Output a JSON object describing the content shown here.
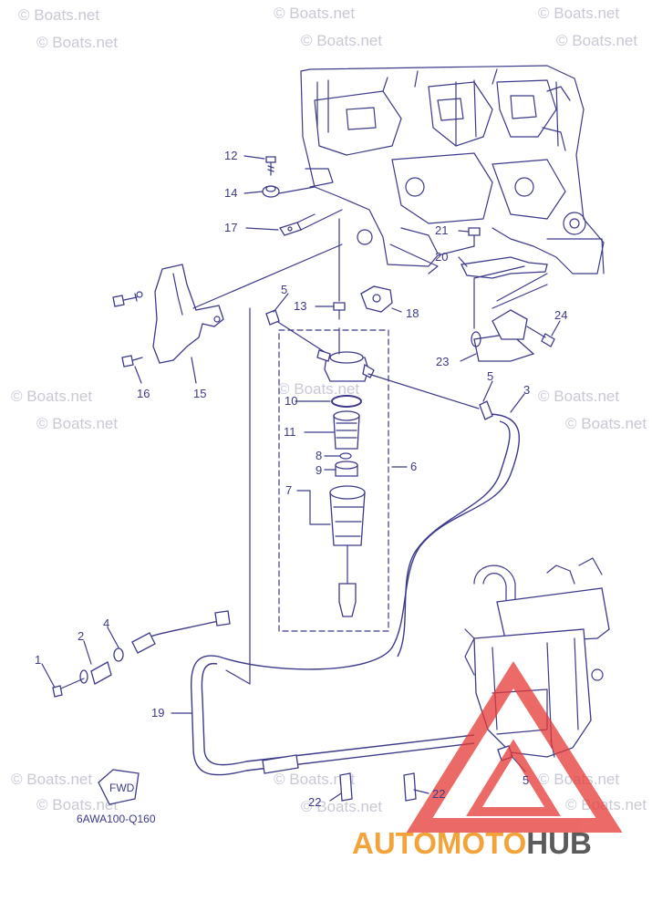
{
  "callouts": {
    "c1": "1",
    "c2": "2",
    "c3": "3",
    "c4": "4",
    "c5a": "5",
    "c5b": "5",
    "c5c": "5",
    "c6": "6",
    "c7": "7",
    "c8": "8",
    "c9": "9",
    "c10": "10",
    "c11": "11",
    "c12": "12",
    "c13": "13",
    "c14": "14",
    "c15": "15",
    "c16": "16",
    "c17": "17",
    "c18": "18",
    "c19": "19",
    "c20": "20",
    "c21": "21",
    "c22a": "22",
    "c22b": "22",
    "c23": "23",
    "c24": "24"
  },
  "diagram_code": "6AWA100-Q160",
  "fwd_label": "FWD",
  "watermark": "© Boats.net",
  "brand": {
    "part1": "AUTO",
    "part2": "MOTO",
    "part3": "HUB"
  },
  "colors": {
    "line": "#3c3a8a",
    "brand_orange": "#f2a43a",
    "brand_gray": "#5b5b5b",
    "logo_red": "#e53935"
  }
}
